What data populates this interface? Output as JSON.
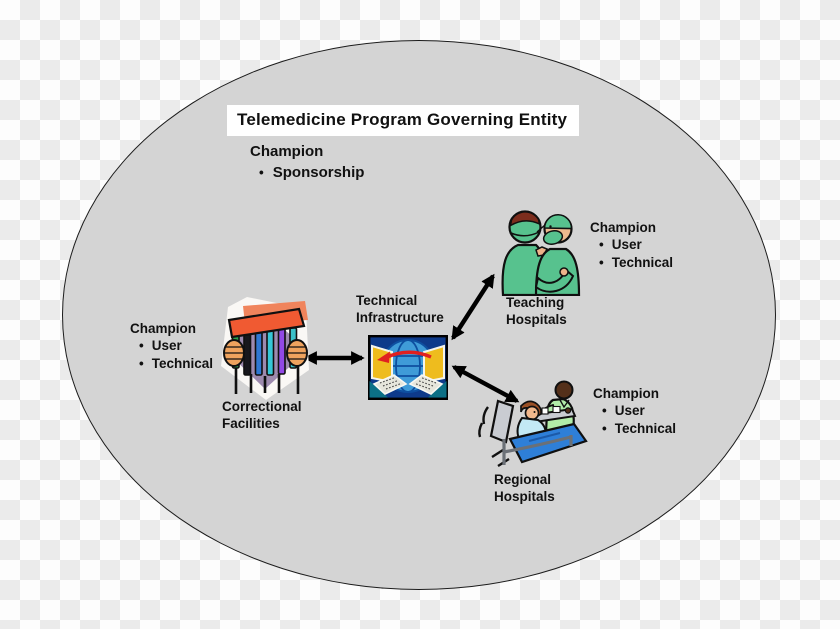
{
  "title": "Telemedicine Program Governing Entity",
  "bullet_char": "•",
  "governing": {
    "heading": "Champion",
    "bullets": [
      "Sponsorship"
    ]
  },
  "center": {
    "label": "Technical\nInfrastructure"
  },
  "nodes": [
    {
      "id": "correctional-facilities",
      "label": "Correctional\nFacilities",
      "champion": {
        "heading": "Champion",
        "bullets": [
          "User",
          "Technical"
        ]
      }
    },
    {
      "id": "teaching-hospitals",
      "label": "Teaching\nHospitals",
      "champion": {
        "heading": "Champion",
        "bullets": [
          "User",
          "Technical"
        ]
      }
    },
    {
      "id": "regional-hospitals",
      "label": "Regional\nHospitals",
      "champion": {
        "heading": "Champion",
        "bullets": [
          "User",
          "Technical"
        ]
      }
    }
  ],
  "icons": {
    "center": "networked-computers-globe-icon",
    "correctional": "prison-bars-hands-icon",
    "teaching": "surgeons-icon",
    "regional": "patient-in-bed-with-nurse-icon"
  },
  "colors": {
    "ellipse_fill": "#d4d4d4",
    "ellipse_stroke": "#1c1c1c",
    "checker_light": "#fdfdfd",
    "checker_dark": "#ebebeb",
    "title_bg": "#ffffff",
    "text": "#111111",
    "arrow": "#000000"
  }
}
